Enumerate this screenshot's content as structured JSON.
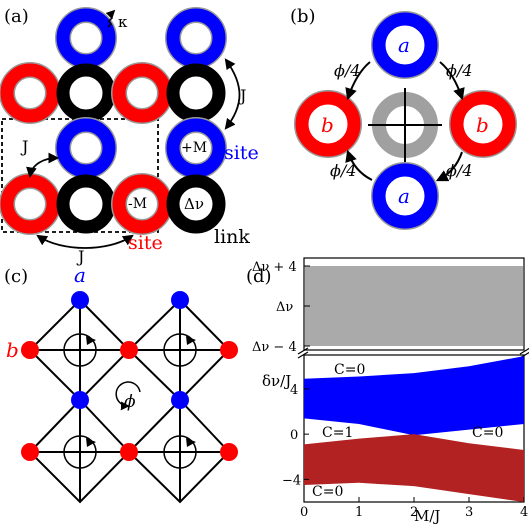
{
  "panels": {
    "a": {
      "tag": "(a)",
      "kappa": "κ",
      "J_outer": "J",
      "J_inner": "J",
      "J_bottom": "J",
      "plus_M": "+M",
      "minus_M": "-M",
      "delta_nu": "Δν",
      "site_blue": "site",
      "site_red": "site",
      "link": "link",
      "colors": {
        "blue": "#0000ff",
        "red": "#ff0000",
        "black": "#000000",
        "ring_edge": "#999999"
      }
    },
    "b": {
      "tag": "(b)",
      "a_top": "a",
      "a_bottom": "a",
      "b_left": "b",
      "b_right": "b",
      "phi_tl": "ϕ/4",
      "phi_tr": "ϕ/4",
      "phi_bl": "ϕ/4",
      "phi_br": "ϕ/4",
      "colors": {
        "blue": "#0000ff",
        "red": "#ff0000",
        "gray": "#a0a0a0"
      }
    },
    "c": {
      "tag": "(c)",
      "a_label": "a",
      "b_label": "b",
      "phi": "ϕ",
      "colors": {
        "blue": "#0000ff",
        "red": "#ff0000"
      }
    },
    "d": {
      "tag": "(d)",
      "ylabel": "δν/J",
      "xlabel": "M/J",
      "top_ticks": [
        "Δν + 4",
        "Δν",
        "Δν − 4"
      ],
      "C_top": "C=0",
      "C_left_mid": "C=1",
      "C_right_mid": "C=0",
      "C_bottom": "C=0",
      "colors": {
        "gray": "#aaaaaa",
        "blue": "#0000ff",
        "red": "#b22222"
      }
    }
  },
  "chart_data": {
    "type": "area",
    "xlabel": "M/J",
    "ylabel": "δν/J",
    "xlim": [
      0,
      4
    ],
    "ylim": [
      -6,
      7
    ],
    "x_ticks": [
      0,
      1,
      2,
      3,
      4
    ],
    "y_ticks": [
      -4,
      0,
      4
    ],
    "series": [
      {
        "x": [
          0,
          1,
          2,
          3,
          4
        ],
        "lower": [
          1.4,
          0.9,
          -0.1,
          0.4,
          0.9
        ],
        "upper": [
          4.9,
          5.1,
          5.4,
          6.0,
          6.9
        ]
      },
      {
        "x": [
          0,
          1,
          2,
          3,
          4
        ],
        "lower": [
          -4.5,
          -4.3,
          -4.6,
          -5.3,
          -6.0
        ],
        "upper": [
          -0.9,
          -0.4,
          0.0,
          -0.8,
          -1.4
        ]
      }
    ],
    "upper_band": {
      "ticks": [
        "Δν + 4",
        "Δν",
        "Δν − 4"
      ],
      "lower": -4,
      "upper": 4
    }
  }
}
